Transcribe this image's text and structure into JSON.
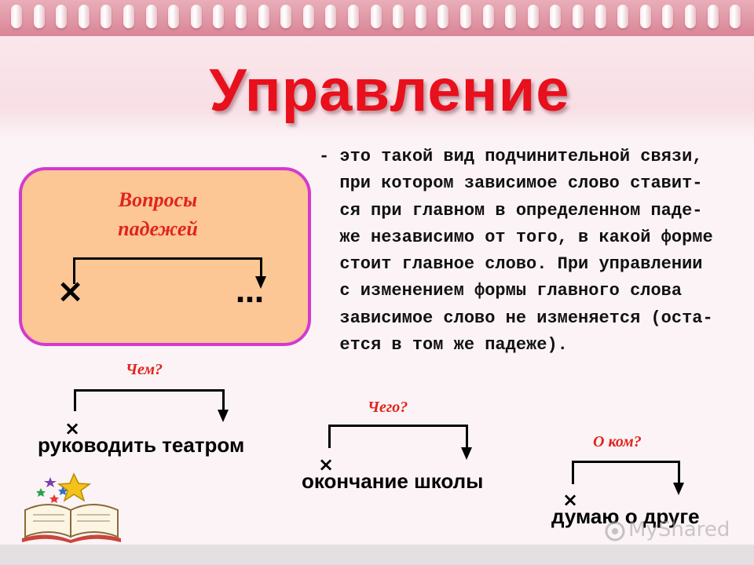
{
  "slide": {
    "title": "Управление",
    "definition_lines": [
      "- это такой вид подчинительной связи,",
      "  при котором зависимое слово ставит-",
      "  ся при главном в определенном паде-",
      "  же независимо от того, в какой форме",
      "  стоит главное слово. При управлении",
      "  с изменением формы главного слова",
      "  зависимое слово не изменяется (оста-",
      "  ется в том же падеже)."
    ],
    "scheme_box": {
      "label_line1": "Вопросы",
      "label_line2": "падежей",
      "cross_symbol": "×",
      "dots_symbol": "…"
    },
    "examples": [
      {
        "question": "Чем?",
        "phrase": "руководить театром",
        "cross": "×"
      },
      {
        "question": "Чего?",
        "phrase": "окончание школы",
        "cross": "×"
      },
      {
        "question": "О ком?",
        "phrase": "думаю о друге",
        "cross": "×"
      }
    ],
    "watermark": "MyShared"
  },
  "colors": {
    "title": "#e8101c",
    "question": "#e0241c",
    "box_fill": "#fcc695",
    "box_border": "#d23ad0",
    "top_bar": "#d98596"
  },
  "icons": [
    "book-with-stars-icon",
    "watermark-logo-icon"
  ]
}
